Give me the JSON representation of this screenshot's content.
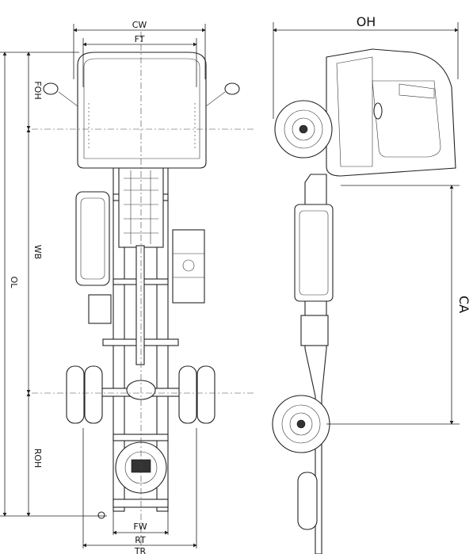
{
  "dimensions": {
    "cab_width": "CW",
    "front_tread": "FT",
    "front_overhang": "FOH",
    "wheelbase": "WB",
    "overall_length": "OL",
    "rear_overhang": "ROH",
    "frame_width": "FW",
    "rear_tread": "RT",
    "tire_width": "TR",
    "overall_height": "OH",
    "cab_to_axle": "CA"
  },
  "colors": {
    "line": "#222222",
    "background": "#ffffff"
  }
}
